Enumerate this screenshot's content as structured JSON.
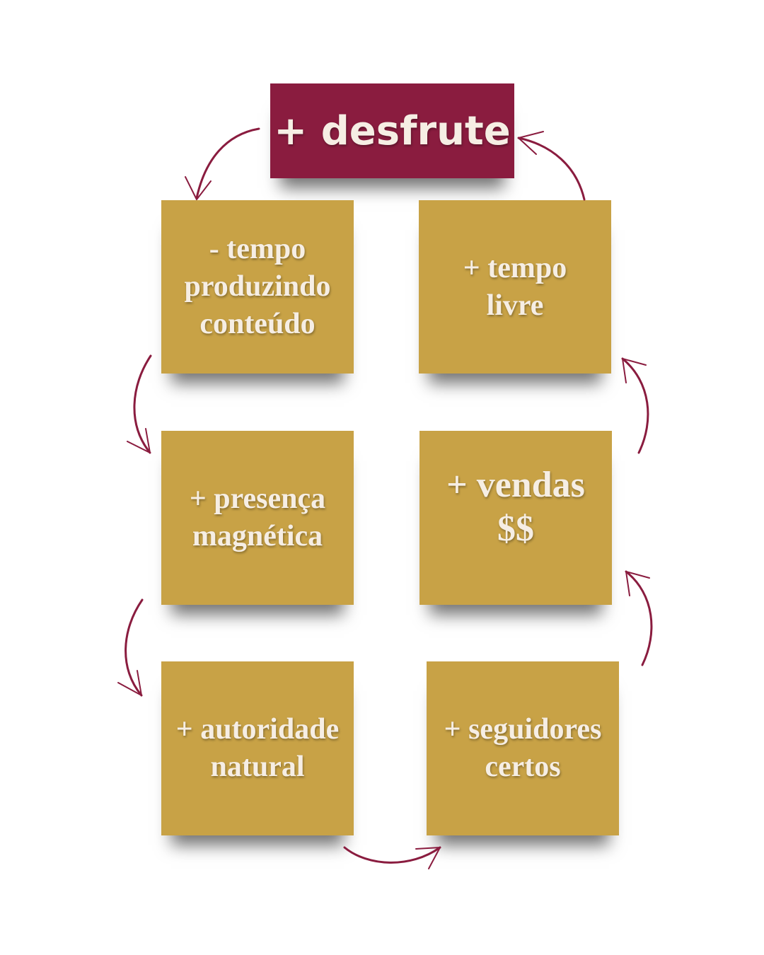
{
  "top": {
    "label": "+ desfrute"
  },
  "boxes": [
    {
      "label": "- tempo\nproduzindo\nconteúdo"
    },
    {
      "label": "+ tempo\nlivre"
    },
    {
      "label": "+ presença\nmagnética"
    },
    {
      "label": "+ vendas\n$$"
    },
    {
      "label": "+ autoridade\nnatural"
    },
    {
      "label": "+ seguidores\ncertos"
    }
  ],
  "colors": {
    "accent": "#8A1C3F",
    "box": "#C8A246",
    "text": "#F6EEE4"
  }
}
